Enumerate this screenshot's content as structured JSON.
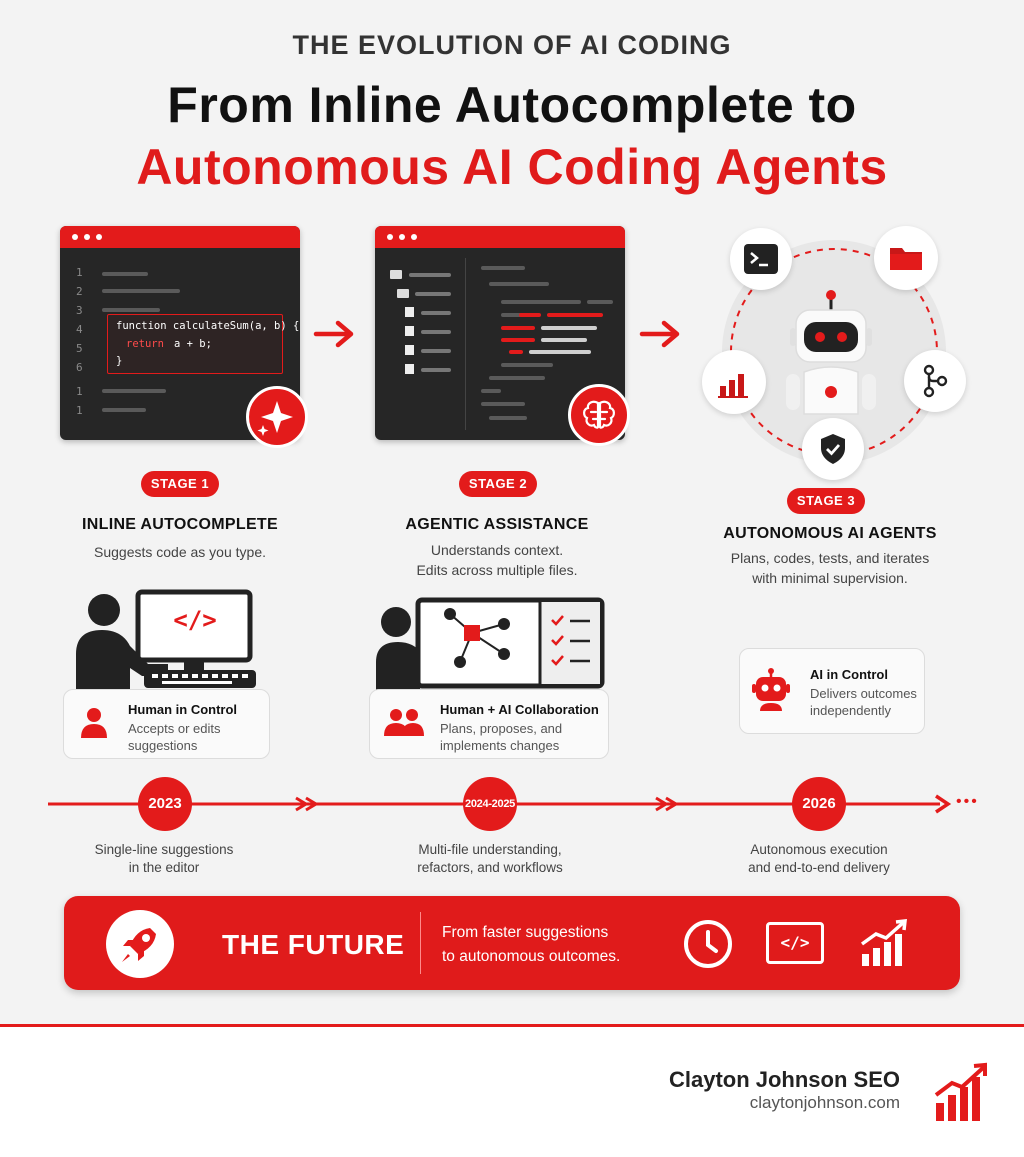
{
  "header": {
    "kicker": "THE EVOLUTION OF AI CODING",
    "title_line1": "From Inline Autocomplete to",
    "title_line2": "Autonomous AI Coding Agents"
  },
  "stage1": {
    "editor": {
      "line_numbers": [
        "1",
        "2",
        "3",
        "4",
        "5",
        "6",
        "1",
        "1"
      ],
      "code": [
        "function calculateSum(a, b) {",
        "return",
        "a + b;",
        "}"
      ]
    },
    "pill": "STAGE 1",
    "name": "INLINE AUTOCOMPLETE",
    "desc": "Suggests code as you type.",
    "screen_code": "</>",
    "card_title": "Human in Control",
    "card_desc": "Accepts or edits suggestions"
  },
  "stage2": {
    "pill": "STAGE 2",
    "name": "AGENTIC ASSISTANCE",
    "desc_line1": "Understands context.",
    "desc_line2": "Edits across multiple files.",
    "card_title": "Human + AI Collaboration",
    "card_desc": "Plans, proposes, and implements changes"
  },
  "stage3": {
    "pill": "STAGE 3",
    "name": "AUTONOMOUS AI AGENTS",
    "desc_line1": "Plans, codes, tests, and iterates",
    "desc_line2": "with minimal supervision.",
    "card_title": "AI in Control",
    "card_desc": "Delivers outcomes independently"
  },
  "timeline": {
    "years": [
      "2023",
      "2024-2025",
      "2026"
    ],
    "notes": [
      [
        "Single-line suggestions",
        "in the editor"
      ],
      [
        "Multi-file understanding,",
        "refactors, and workflows"
      ],
      [
        "Autonomous execution",
        "and end-to-end delivery"
      ]
    ],
    "trailing": "•••"
  },
  "future": {
    "title": "THE FUTURE",
    "line1": "From faster suggestions",
    "line2": "to autonomous outcomes.",
    "code_icon_text": "</>"
  },
  "footer": {
    "brand": "Clayton Johnson SEO",
    "url": "claytonjohnson.com"
  },
  "colors": {
    "accent": "#e31b1b",
    "dark": "#262626",
    "text": "#1a1a1a"
  }
}
